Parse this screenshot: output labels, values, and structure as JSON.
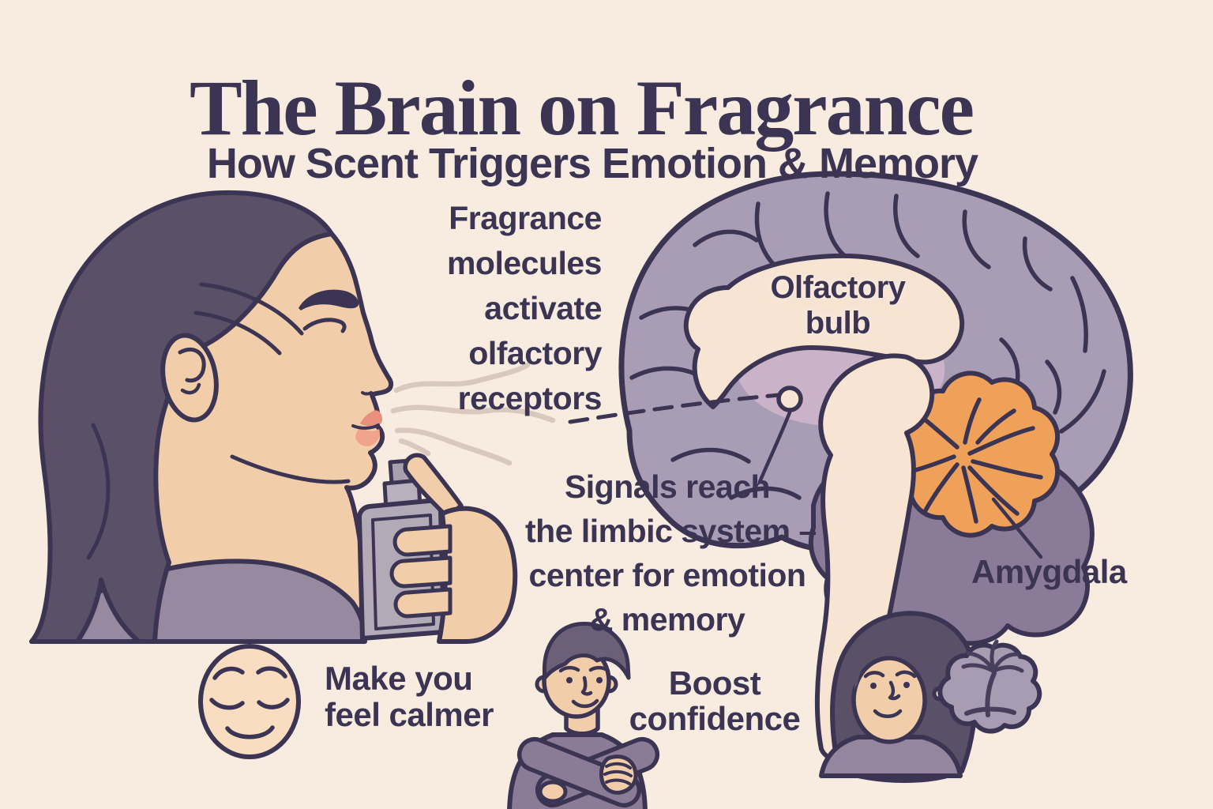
{
  "header": {
    "title": "The Brain on Fragrance",
    "subtitle": "How Scent Triggers Emotion & Memory"
  },
  "labels": {
    "fragrance_molecules": {
      "lines": [
        "Fragrance",
        "molecules",
        "activate",
        "olfactory",
        "receptors"
      ]
    },
    "olfactory_bulb": {
      "lines": [
        "Olfactory",
        "bulb"
      ]
    },
    "signals_limbic": {
      "lines": [
        "Signals reach",
        "the limbic system –",
        "center for emotion",
        "& memory"
      ]
    },
    "amygdala": {
      "text": "Amygdala"
    },
    "feel_calmer": {
      "lines": [
        "Make you",
        "feel calmer"
      ]
    },
    "boost_confidence": {
      "lines": [
        "Boost",
        "confidence"
      ]
    }
  },
  "icons": {
    "woman_spraying_perfume": "profile of woman with closed eyes spraying fragrance toward her nose",
    "perfume_bottle": "hand holding spray bottle",
    "scent_waves": "wavy scent lines drifting from bottle to nose",
    "brain_sagittal": "cut-away side view of brain with limbic system",
    "olfactory_bulb_marker": "small bulb at base of frontal lobe with dashed connector",
    "amygdala_highlight": "orange lobed structure with pointer line",
    "calm_face": "serene face with closed eyes",
    "confident_man": "smiling man with arms crossed",
    "daydreaming_woman": "smiling woman with thought bubble",
    "palm_tree": "palm-tree vacation memory inside thought bubble"
  },
  "colors": {
    "background": "#f7ecdf",
    "ink": "#3b3453",
    "hair": "#5a5168",
    "skin": "#f2cda9",
    "icon_skin": "#f8ddc0",
    "lips": "#e8907b",
    "shirt": "#97899f",
    "man_shirt": "#8a7c96",
    "woman2_shirt": "#95869f",
    "man_hair": "#6b6078",
    "bottle": "#b3aab8",
    "scent_lines": "#d9c8bc",
    "brain_cortex": "#a89db5",
    "brain_inner_mauve": "#cab3c8",
    "brain_cream": "#f8e4d2",
    "amygdala_orange": "#f0a159",
    "cerebellum": "#8a7c98",
    "thought_bubble": "#a79cb2"
  }
}
